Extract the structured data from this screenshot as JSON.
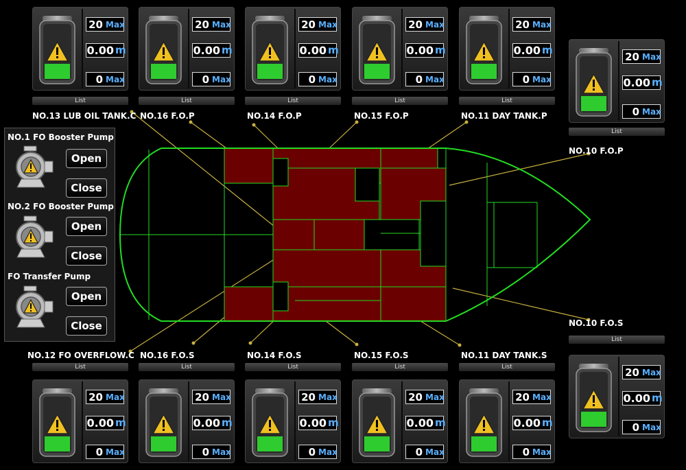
{
  "tanks": [
    {
      "id": "t13",
      "label": "NO.13 LUB OIL TANK.C",
      "max": "20",
      "value": "0.00",
      "min": "0",
      "max_unit": "Max",
      "value_unit": "m",
      "list": "List"
    },
    {
      "id": "t16p",
      "label": "NO.16 F.O.P",
      "max": "20",
      "value": "0.00",
      "min": "0",
      "max_unit": "Max",
      "value_unit": "m",
      "list": "List"
    },
    {
      "id": "t14p",
      "label": "NO.14 F.O.P",
      "max": "20",
      "value": "0.00",
      "min": "0",
      "max_unit": "Max",
      "value_unit": "m",
      "list": "List"
    },
    {
      "id": "t15p",
      "label": "NO.15 F.O.P",
      "max": "20",
      "value": "0.00",
      "min": "0",
      "max_unit": "Max",
      "value_unit": "m",
      "list": "List"
    },
    {
      "id": "t11p",
      "label": "NO.11 DAY TANK.P",
      "max": "20",
      "value": "0.00",
      "min": "0",
      "max_unit": "Max",
      "value_unit": "m",
      "list": "List"
    },
    {
      "id": "t10p",
      "label": "NO.10 F.O.P",
      "max": "20",
      "value": "0.00",
      "min": "0",
      "max_unit": "Max",
      "value_unit": "m",
      "list": "List"
    },
    {
      "id": "t10s",
      "label": "NO.10 F.O.S",
      "max": "20",
      "value": "0.00",
      "min": "0",
      "max_unit": "Max",
      "value_unit": "m",
      "list": "List"
    },
    {
      "id": "t12",
      "label": "NO.12 FO OVERFLOW.C",
      "max": "20",
      "value": "0.00",
      "min": "0",
      "max_unit": "Max",
      "value_unit": "m",
      "list": "List"
    },
    {
      "id": "t16s",
      "label": "NO.16 F.O.S",
      "max": "20",
      "value": "0.00",
      "min": "0",
      "max_unit": "Max",
      "value_unit": "m",
      "list": "List"
    },
    {
      "id": "t14s",
      "label": "NO.14 F.O.S",
      "max": "20",
      "value": "0.00",
      "min": "0",
      "max_unit": "Max",
      "value_unit": "m",
      "list": "List"
    },
    {
      "id": "t15s",
      "label": "NO.15 F.O.S",
      "max": "20",
      "value": "0.00",
      "min": "0",
      "max_unit": "Max",
      "value_unit": "m",
      "list": "List"
    },
    {
      "id": "t11s",
      "label": "NO.11 DAY TANK.S",
      "max": "20",
      "value": "0.00",
      "min": "0",
      "max_unit": "Max",
      "value_unit": "m",
      "list": "List"
    }
  ],
  "pumps": [
    {
      "label": "NO.1 FO Booster Pump",
      "open": "Open",
      "close": "Close",
      "icon": "pump-warning-icon"
    },
    {
      "label": "NO.2 FO Booster Pump",
      "open": "Open",
      "close": "Close",
      "icon": "pump-warning-icon"
    },
    {
      "label": "FO Transfer Pump",
      "open": "Open",
      "close": "Close",
      "icon": "pump-warning-icon"
    }
  ],
  "colors": {
    "hull": "#22dd22",
    "tank_fill": "#6b0000",
    "leader": "#c8b040",
    "level": "#2ecc2e",
    "unit": "#5ab0ff"
  }
}
